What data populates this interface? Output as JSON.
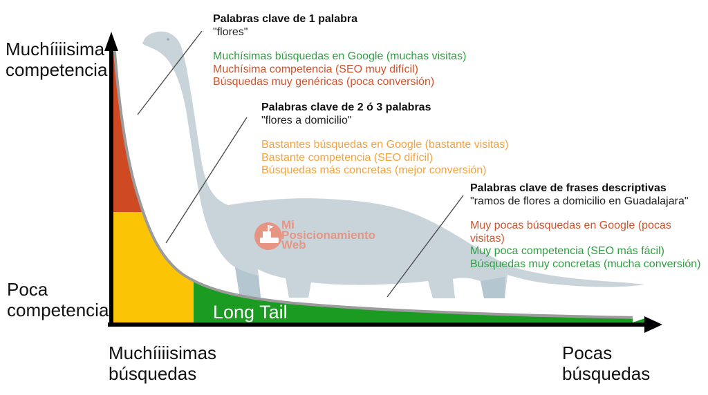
{
  "diagram": {
    "axis_labels": {
      "top_left": "Muchíiiisima\ncompetencia",
      "bottom_left": "Poca\ncompetencia",
      "x_left": "Muchíiiisimas\nbúsquedas",
      "x_right": "Pocas\nbúsquedas"
    },
    "curve_label": "Long Tail",
    "annotations": [
      {
        "title": "Palabras clave de 1 palabra",
        "example": "\"flores\"",
        "lines": [
          {
            "text": "Muchísimas búsquedas en Google (muchas visitas)",
            "color": "#2f9e41"
          },
          {
            "text": "Muchísima competencia (SEO muy difícil)",
            "color": "#d4512a"
          },
          {
            "text": "Búsquedas muy genéricas (poca conversión)",
            "color": "#d4512a"
          }
        ]
      },
      {
        "title": "Palabras clave de 2 ó 3 palabras",
        "example": "\"flores a domicilio\"",
        "lines": [
          {
            "text": "Bastantes búsquedas en Google (bastante visitas)",
            "color": "#f5a23c"
          },
          {
            "text": "Bastante competencia (SEO difícil)",
            "color": "#f5a23c"
          },
          {
            "text": "Búsquedas más concretas (mejor conversión)",
            "color": "#f5a23c"
          }
        ]
      },
      {
        "title": "Palabras clave de frases descriptivas",
        "example": "\"ramos de flores a domicilio en Guadalajara\"",
        "lines": [
          {
            "text": "Muy pocas búsquedas en Google (pocas visitas)",
            "color": "#d4512a"
          },
          {
            "text": "Muy poca competencia (SEO más fácil)",
            "color": "#2f9e41"
          },
          {
            "text": "Búsquedas muy concretas (mucha conversión)",
            "color": "#2f9e41"
          }
        ]
      }
    ],
    "watermark": {
      "lines": [
        "Mi",
        "Posicionamiento",
        "Web"
      ],
      "icon": "podium-flag-icon",
      "color": "rgba(240,125,95,0.72)"
    },
    "colors": {
      "head_area": "#cf4a23",
      "middle_area": "#fbc505",
      "tail_area": "#1b9b22",
      "curve_stroke": "#9b9b9b",
      "dinosaur": "#c9d4da",
      "dinosaur_shade": "#b4c6d0",
      "axis": "#000000",
      "leader_line": "#4d4d4d"
    }
  }
}
